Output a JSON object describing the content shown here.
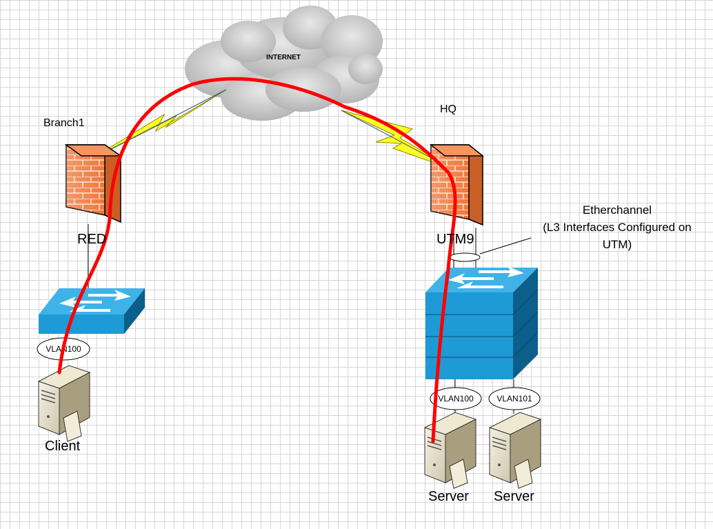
{
  "cloud": {
    "label": "INTERNET"
  },
  "sites": {
    "branch": "Branch1",
    "hq": "HQ"
  },
  "devices": {
    "red_firewall": "RED",
    "utm_firewall": "UTM9",
    "client": "Client",
    "server1": "Server",
    "server2": "Server"
  },
  "annotation": {
    "line1": "Etherchannel",
    "line2": "(L3 Interfaces Configured on",
    "line3": "UTM)"
  },
  "vlans": {
    "branch_client": "VLAN100",
    "hq_server1": "VLAN100",
    "hq_server2": "VLAN101"
  },
  "colors": {
    "path": "#ff0000",
    "firewall": "#f47a3a",
    "switch": "#1e9ad6",
    "switch_dark": "#0b5f8a",
    "lightning": "#ffff22",
    "cloud": "#c8c8c8"
  }
}
